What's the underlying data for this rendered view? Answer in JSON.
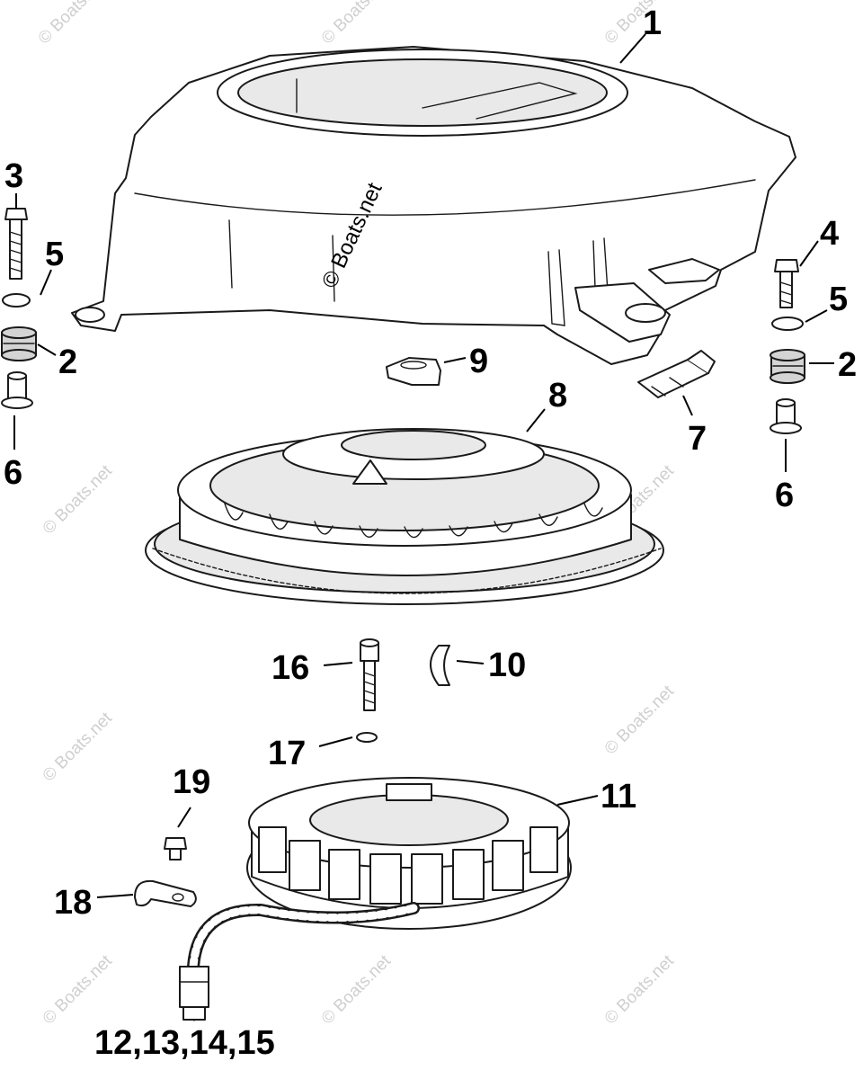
{
  "watermark": {
    "brand": "© Boats.net"
  },
  "callouts": [
    {
      "id": "c1",
      "text": "1"
    },
    {
      "id": "c2a",
      "text": "2"
    },
    {
      "id": "c2b",
      "text": "2"
    },
    {
      "id": "c3",
      "text": "3"
    },
    {
      "id": "c4",
      "text": "4"
    },
    {
      "id": "c5a",
      "text": "5"
    },
    {
      "id": "c5b",
      "text": "5"
    },
    {
      "id": "c6a",
      "text": "6"
    },
    {
      "id": "c6b",
      "text": "6"
    },
    {
      "id": "c7",
      "text": "7"
    },
    {
      "id": "c8",
      "text": "8"
    },
    {
      "id": "c9",
      "text": "9"
    },
    {
      "id": "c10",
      "text": "10"
    },
    {
      "id": "c11",
      "text": "11"
    },
    {
      "id": "c12",
      "text": "12,13,14,15"
    },
    {
      "id": "c16",
      "text": "16"
    },
    {
      "id": "c17",
      "text": "17"
    },
    {
      "id": "c18",
      "text": "18"
    },
    {
      "id": "c19",
      "text": "19"
    }
  ]
}
